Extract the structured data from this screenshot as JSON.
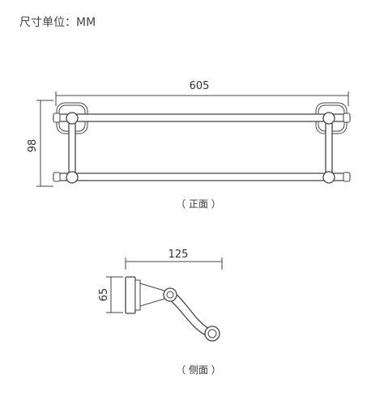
{
  "header": {
    "unit_label": "尺寸单位：MM"
  },
  "front_view": {
    "width_dim": "605",
    "height_dim": "98",
    "caption": "（ 正面 ）"
  },
  "side_view": {
    "depth_dim": "125",
    "height_dim": "65",
    "caption": "（ 侧面 ）"
  }
}
